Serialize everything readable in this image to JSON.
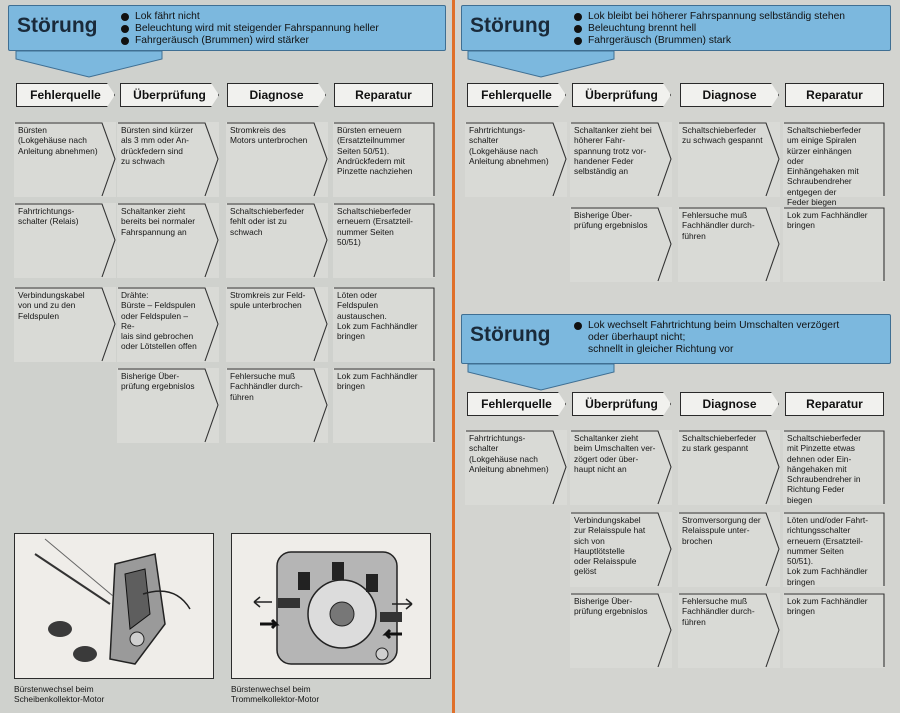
{
  "stoerung_label": "Störung",
  "headers": {
    "fehlerquelle": "Fehlerquelle",
    "ueberpruefung": "Überprüfung",
    "diagnose": "Diagnose",
    "reparatur": "Reparatur"
  },
  "left": {
    "symptoms": [
      "Lok fährt nicht",
      "Beleuchtung wird mit steigender Fahrspannung heller",
      "Fahrgeräusch (Brummen) wird stärker"
    ],
    "rows": [
      {
        "fehlerquelle": "Bürsten\n(Lokgehäuse nach\nAnleitung abnehmen)",
        "ueberpruefung": "Bürsten sind kürzer\nals 3 mm oder An-\ndrückfedern sind\nzu schwach",
        "diagnose": "Stromkreis des\nMotors unterbrochen",
        "reparatur": "Bürsten erneuern\n(Ersatzteilnummer\nSeiten 50/51).\nAndrückfedern mit\nPinzette nachziehen"
      },
      {
        "fehlerquelle": "Fahrtrichtungs-\nschalter (Relais)",
        "ueberpruefung": "Schaltanker zieht\nbereits bei normaler\nFahrspannung an",
        "diagnose": "Schaltschieberfeder\nfehlt oder ist zu\nschwach",
        "reparatur": "Schaltschieberfeder\nerneuern (Ersatzteil-\nnummer Seiten 50/51)"
      },
      {
        "fehlerquelle": "Verbindungskabel\nvon und zu den\nFeldspulen",
        "ueberpruefung": "Drähte:\nBürste – Feldspulen\noder Feldspulen – Re-\nlais sind gebrochen\noder Lötstellen offen",
        "diagnose": "Stromkreis zur Feld-\nspule unterbrochen",
        "reparatur": "Löten oder Feldspulen\naustauschen.\nLok zum Fachhändler\nbringen"
      },
      {
        "fehlerquelle": "",
        "ueberpruefung": "Bisherige Über-\nprüfung ergebnislos",
        "diagnose": "Fehlersuche muß\nFachhändler durch-\nführen",
        "reparatur": "Lok zum Fachhändler\nbringen"
      }
    ],
    "captions": [
      "Bürstenwechsel beim\nScheibenkollektor-Motor",
      "Bürstenwechsel beim\nTrommelkollektor-Motor"
    ]
  },
  "right_top": {
    "symptoms": [
      "Lok bleibt bei höherer Fahrspannung selbständig stehen",
      "Beleuchtung brennt hell",
      "Fahrgeräusch (Brummen) stark"
    ],
    "rows": [
      {
        "fehlerquelle": "Fahrtrichtungs-\nschalter\n(Lokgehäuse nach\nAnleitung abnehmen)",
        "ueberpruefung": "Schaltanker zieht bei\nhöherer Fahr-\nspannung trotz vor-\nhandener Feder\nselbständig an",
        "diagnose": "Schaltschieberfeder\nzu schwach gespannt",
        "reparatur": "Schaltschieberfeder\num einige Spiralen\nkürzer einhängen oder\nEinhängehaken mit\nSchraubendreher\nentgegen der\nFeder biegen"
      },
      {
        "fehlerquelle": "",
        "ueberpruefung": "Bisherige Über-\nprüfung ergebnislos",
        "diagnose": "Fehlersuche muß\nFachhändler durch-\nführen",
        "reparatur": "Lok zum Fachhändler\nbringen"
      }
    ]
  },
  "right_bottom": {
    "symptom_line1": "Lok wechselt Fahrtrichtung beim Umschalten verzögert",
    "symptom_line2": "oder überhaupt nicht;",
    "symptom_line3": "schnellt in gleicher Richtung vor",
    "rows": [
      {
        "fehlerquelle": "Fahrtrichtungs-\nschalter\n(Lokgehäuse nach\nAnleitung abnehmen)",
        "ueberpruefung": "Schaltanker zieht\nbeim Umschalten ver-\nzögert oder über-\nhaupt nicht an",
        "diagnose": "Schaltschieberfeder\nzu stark gespannt",
        "reparatur": "Schaltschieberfeder\nmit Pinzette etwas\ndehnen oder Ein-\nhängehaken mit\nSchraubendreher in\nRichtung Feder biegen"
      },
      {
        "fehlerquelle": "",
        "ueberpruefung": "Verbindungskabel\nzur Relaisspule hat\nsich von Hauptlötstelle\noder Relaisspule\ngelöst",
        "diagnose": "Stromversorgung der\nRelaisspule unter-\nbrochen",
        "reparatur": "Löten und/oder Fahrt-\nrichtungsschalter\nerneuern (Ersatzteil-\nnummer Seiten 50/51).\nLok zum Fachhändler\nbringen"
      },
      {
        "fehlerquelle": "",
        "ueberpruefung": "Bisherige Über-\nprüfung ergebnislos",
        "diagnose": "Fehlersuche muß\nFachhändler durch-\nführen",
        "reparatur": "Lok zum Fachhändler\nbringen"
      }
    ]
  },
  "colors": {
    "banner": "#7cb8de",
    "divider": "#e0702a",
    "paper": "#cfd1cd"
  }
}
